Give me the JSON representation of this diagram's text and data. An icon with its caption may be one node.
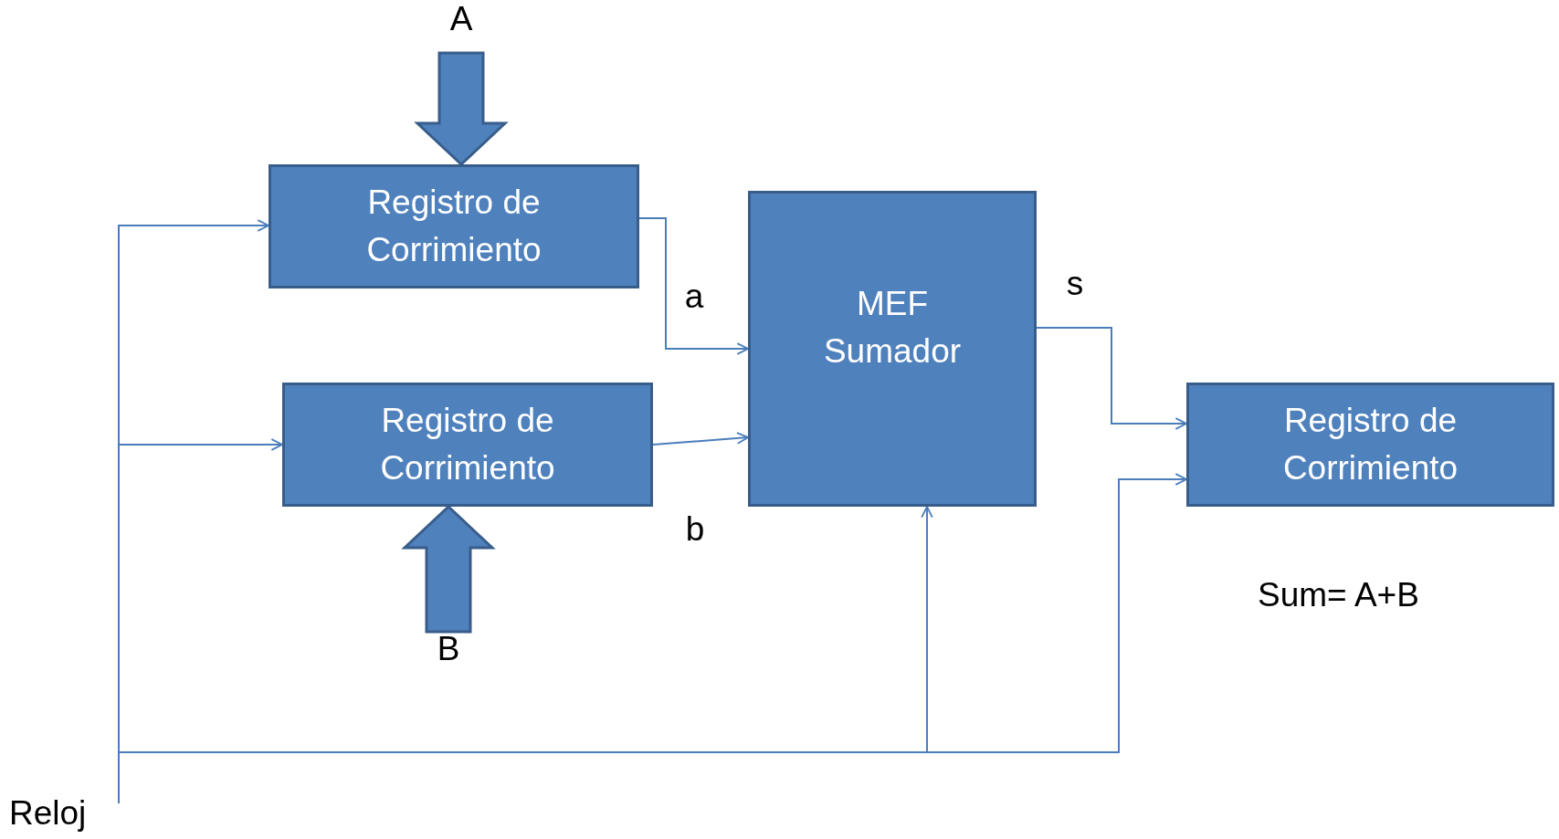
{
  "diagram": {
    "nodes": [
      {
        "text": [
          "A"
        ]
      },
      {
        "text": [
          "Registro de Corrimiento"
        ]
      },
      {
        "text": [
          "Registro de Corrimiento"
        ]
      },
      {
        "text": [
          "MEF Sumador"
        ]
      },
      {
        "text": [
          "Registro de Corrimiento"
        ]
      },
      {
        "text": [
          "B"
        ]
      },
      {
        "text": [
          "Reloj"
        ]
      }
    ],
    "edges": [
      {
        "from": 0,
        "to": 1,
        "arrow": "to",
        "style": "thick"
      },
      {
        "from": 5,
        "to": 2,
        "arrow": "to",
        "style": "thick"
      },
      {
        "from": 1,
        "to": 3,
        "arrow": "to",
        "label": "a"
      },
      {
        "from": 2,
        "to": 3,
        "arrow": "to",
        "label": "b"
      },
      {
        "from": 3,
        "to": 4,
        "arrow": "to",
        "label": "s"
      },
      {
        "from": 6,
        "to": 1,
        "arrow": "to"
      },
      {
        "from": 6,
        "to": 2,
        "arrow": "to"
      },
      {
        "from": 6,
        "to": 3,
        "arrow": "to"
      },
      {
        "from": 6,
        "to": 4,
        "arrow": "to"
      }
    ],
    "labels": [
      "Sum= A+B"
    ]
  }
}
